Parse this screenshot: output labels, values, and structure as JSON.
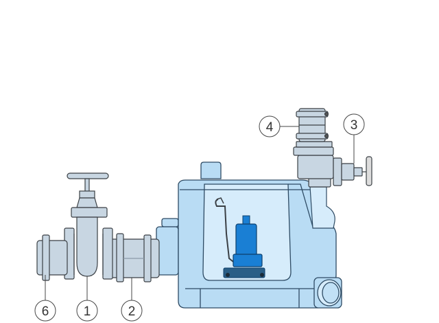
{
  "callouts": [
    {
      "id": "c1",
      "label": "1"
    },
    {
      "id": "c2",
      "label": "2"
    },
    {
      "id": "c3",
      "label": "3"
    },
    {
      "id": "c4",
      "label": "4"
    },
    {
      "id": "c6",
      "label": "6"
    }
  ],
  "colors": {
    "tank_fill": "#b9dcf4",
    "tank_stroke": "#2d4a63",
    "pump": "#1a7fd4",
    "pipe": "#c8d6e2",
    "outline": "#3a3f44"
  }
}
